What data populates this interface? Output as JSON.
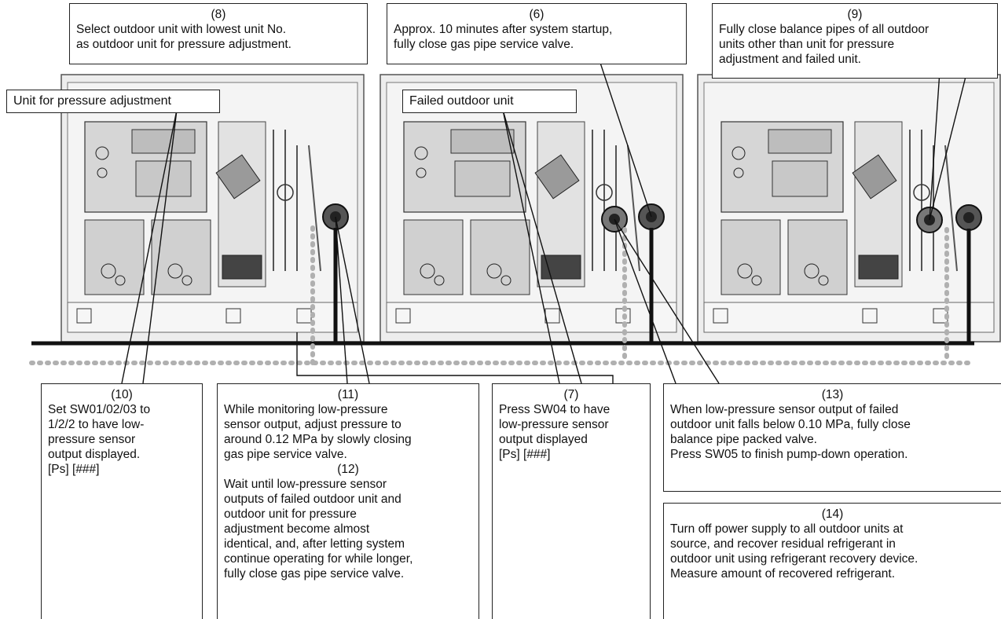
{
  "labels": {
    "unit_pressure": "Unit for pressure adjustment",
    "failed_unit": "Failed outdoor unit"
  },
  "steps": {
    "s8": {
      "num": "(8)",
      "lines": [
        "Select outdoor unit with lowest unit No.",
        "as outdoor unit for pressure adjustment."
      ]
    },
    "s6": {
      "num": "(6)",
      "lines": [
        "Approx. 10 minutes after system startup,",
        "fully close gas pipe service valve."
      ]
    },
    "s9": {
      "num": "(9)",
      "lines": [
        "Fully close balance pipes of all outdoor",
        "units other than unit for pressure",
        "adjustment and failed unit."
      ]
    },
    "s10": {
      "num": "(10)",
      "lines": [
        "Set SW01/02/03 to",
        "1/2/2 to have low-",
        "pressure sensor",
        "output displayed.",
        "[Ps] [###]"
      ]
    },
    "s11": {
      "num": "(11)",
      "lines": [
        "While monitoring low-pressure",
        "sensor output, adjust pressure to",
        "around 0.12 MPa by slowly closing",
        "gas pipe service valve."
      ]
    },
    "s12": {
      "num": "(12)",
      "lines": [
        "Wait until low-pressure sensor",
        "outputs of failed outdoor unit and",
        "outdoor unit for pressure",
        "adjustment become almost",
        "identical, and, after letting system",
        "continue operating for while longer,",
        "fully close gas pipe service valve."
      ]
    },
    "s7": {
      "num": "(7)",
      "lines": [
        "Press SW04 to have",
        "low-pressure sensor",
        "output displayed",
        "[Ps] [###]"
      ]
    },
    "s13": {
      "num": "(13)",
      "lines": [
        "When low-pressure sensor output of failed",
        "outdoor unit falls below 0.10 MPa, fully close",
        "balance pipe packed valve.",
        "Press SW05 to finish pump-down operation."
      ]
    },
    "s14": {
      "num": "(14)",
      "lines": [
        "Turn off power supply to all outdoor units at",
        "source, and recover residual refrigerant in",
        "outdoor unit using refrigerant recovery device.",
        "Measure amount of recovered refrigerant."
      ]
    }
  },
  "colors": {
    "line": "#111111",
    "pipe_dotted": "#b0b0b0",
    "unit_fill": "#e8e8e8",
    "panel_fill": "#cfcfcf"
  }
}
